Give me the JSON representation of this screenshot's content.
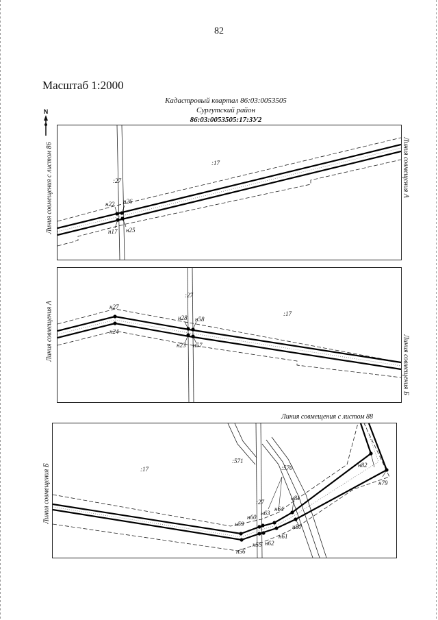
{
  "page_number": "82",
  "scale": "Масштаб 1:2000",
  "header": {
    "line1": "Кадастровый квартал 86:03:0053505",
    "line2": "Сургутский район",
    "line3": "86:03:0053505:17:ЗУ2"
  },
  "north": "N",
  "panel1": {
    "left_caption": "Линия совмещения с листом 86",
    "right_caption": "Линия совмещения А",
    "parcel_label": ":17",
    "road_label": ":27",
    "points": [
      "н22",
      "н26",
      "н17",
      "н25"
    ]
  },
  "panel2": {
    "left_caption": "Линия совмещения А",
    "right_caption": "Линия совмещения Б",
    "parcel_label": ":17",
    "road_label": ":27",
    "points": [
      "н27",
      "н24",
      "н28",
      "н58",
      "н23",
      "н57"
    ]
  },
  "panel3": {
    "top_caption": "Линия совмещения с листом 88",
    "left_caption": "Линия совмещения Б",
    "parcel_label": ":17",
    "label_571": ":571",
    "label_570": ":570",
    "road_label": ":27",
    "points": [
      "н82",
      "н79",
      "н81",
      "н80",
      "н64",
      "н63",
      "н60",
      "н59",
      "н61",
      "н62",
      "н55",
      "н56"
    ]
  }
}
